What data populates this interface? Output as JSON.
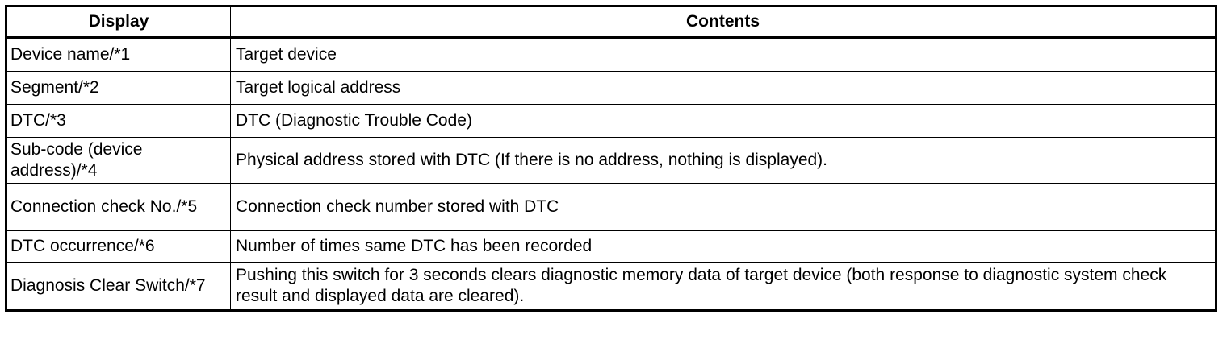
{
  "table": {
    "headers": {
      "display": "Display",
      "contents": "Contents"
    },
    "rows": [
      {
        "display": "Device name/*1",
        "contents": "Target device"
      },
      {
        "display": "Segment/*2",
        "contents": "Target logical address"
      },
      {
        "display": "DTC/*3",
        "contents": "DTC (Diagnostic Trouble Code)"
      },
      {
        "display": "Sub-code (device address)/*4",
        "contents": "Physical address stored with DTC (If there is no address, nothing is displayed)."
      },
      {
        "display": "Connection check No./*5",
        "contents": "Connection check number stored with DTC"
      },
      {
        "display": "DTC occurrence/*6",
        "contents": "Number of times same DTC has been recorded"
      },
      {
        "display": "Diagnosis Clear Switch/*7",
        "contents": "Pushing this switch for 3 seconds clears diagnostic memory data of target device (both response to diagnostic system check result and displayed data are cleared)."
      }
    ]
  }
}
